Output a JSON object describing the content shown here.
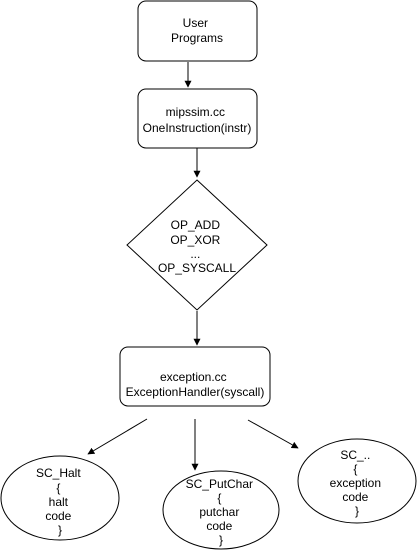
{
  "diagram": {
    "nodes": {
      "user_programs": {
        "lines": [
          "User",
          "Programs"
        ]
      },
      "mipssim": {
        "lines": [
          "mipssim.cc",
          "OneInstruction(instr)"
        ]
      },
      "opcode_switch": {
        "lines": [
          "OP_ADD",
          "OP_XOR",
          "...",
          "OP_SYSCALL"
        ]
      },
      "exception": {
        "lines": [
          "exception.cc",
          "ExceptionHandler(syscall)"
        ]
      },
      "sc_halt": {
        "lines": [
          "SC_Halt",
          "{",
          "halt",
          "code",
          "}"
        ]
      },
      "sc_putchar": {
        "lines": [
          "SC_PutChar",
          "{",
          "putchar",
          "code",
          "}"
        ]
      },
      "sc_other": {
        "lines": [
          "SC_..",
          "{",
          "exception",
          "code",
          "}"
        ]
      }
    },
    "colors": {
      "stroke": "#000000",
      "fill": "#ffffff",
      "text": "#000000"
    }
  }
}
